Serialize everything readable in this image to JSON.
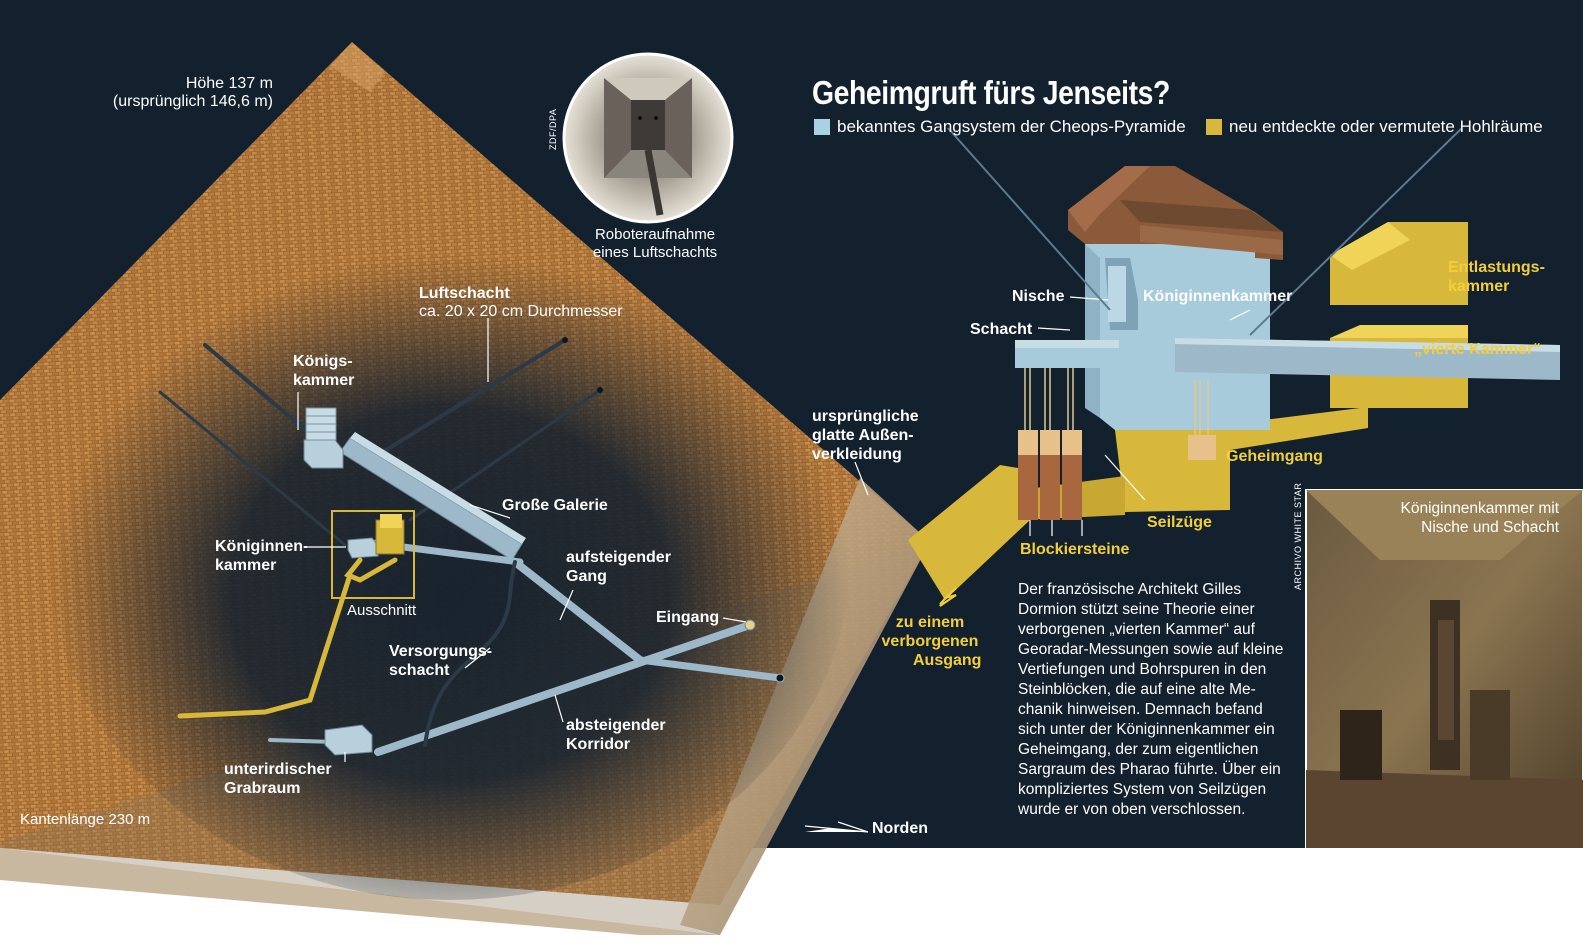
{
  "title": "Geheimgruft fürs Jenseits?",
  "legend": [
    {
      "label": "bekanntes Gangsystem der Cheops-Pyramide",
      "color": "#a8d2e2"
    },
    {
      "label": "neu entdeckte oder vermutete Hohlräume",
      "color": "#d8b83a"
    }
  ],
  "colors": {
    "background": "#13202e",
    "stone": "#b07a3e",
    "passage": "#9db8c8",
    "new_cavity": "#d8b83a",
    "accent_text": "#f2cf3a"
  },
  "pyramid_labels": {
    "height": "Höhe 137 m",
    "height_original": "(ursprünglich 146,6 m)",
    "air_shaft": "Luftschacht",
    "air_shaft_size": "ca. 20 x 20 cm Durchmesser",
    "kings_chamber_1": "Königs-",
    "kings_chamber_2": "kammer",
    "original_casing_1": "ursprüngliche",
    "original_casing_2": "glatte Außen-",
    "original_casing_3": "verkleidung",
    "grand_gallery": "Große Galerie",
    "queens_chamber_1": "Königinnen-",
    "queens_chamber_2": "kammer",
    "ascending_1": "aufsteigender",
    "ascending_2": "Gang",
    "cutout": "Ausschnitt",
    "entrance": "Eingang",
    "supply_shaft_1": "Versorgungs-",
    "supply_shaft_2": "schacht",
    "descending_1": "absteigender",
    "descending_2": "Korridor",
    "underground_1": "unterirdischer",
    "underground_2": "Grabraum",
    "edge_length": "Kantenlänge 230 m",
    "north": "Norden"
  },
  "robot_photo": {
    "caption_1": "Roboteraufnahme",
    "caption_2": "eines Luftschachts",
    "credit": "ZDF/DPA"
  },
  "detail_labels": {
    "niche": "Nische",
    "shaft": "Schacht",
    "queens_chamber": "Königinnenkammer",
    "relief_1": "Entlastungs-",
    "relief_2": "kammer",
    "fourth_chamber": "„vierte Kammer“",
    "secret_passage": "Geheimgang",
    "pulleys": "Seilzüge",
    "blocking_stones": "Blockiersteine",
    "exit_1": "zu einem",
    "exit_2": "verborgenen",
    "exit_3": "Ausgang"
  },
  "paragraph": [
    "Der französische Architekt Gilles",
    "Dormion stützt seine Theorie einer",
    "verborgenen „vierten Kammer“ auf",
    "Georadar-Messungen sowie auf kleine",
    "Vertiefungen und Bohrspuren in den",
    "Steinblöcken, die auf eine alte Me-",
    "chanik hinweisen. Demnach befand",
    "sich unter der Königinnenkammer ein",
    "Geheimgang, der zum eigentlichen",
    "Sargraum des Pharao führte. Über ein",
    "kompliziertes System von Seilzügen",
    "wurde er von oben verschlossen."
  ],
  "chamber_photo": {
    "caption_1": "Königinnenkammer mit",
    "caption_2": "Nische und Schacht",
    "credit": "ARCHIVO WHITE STAR"
  }
}
